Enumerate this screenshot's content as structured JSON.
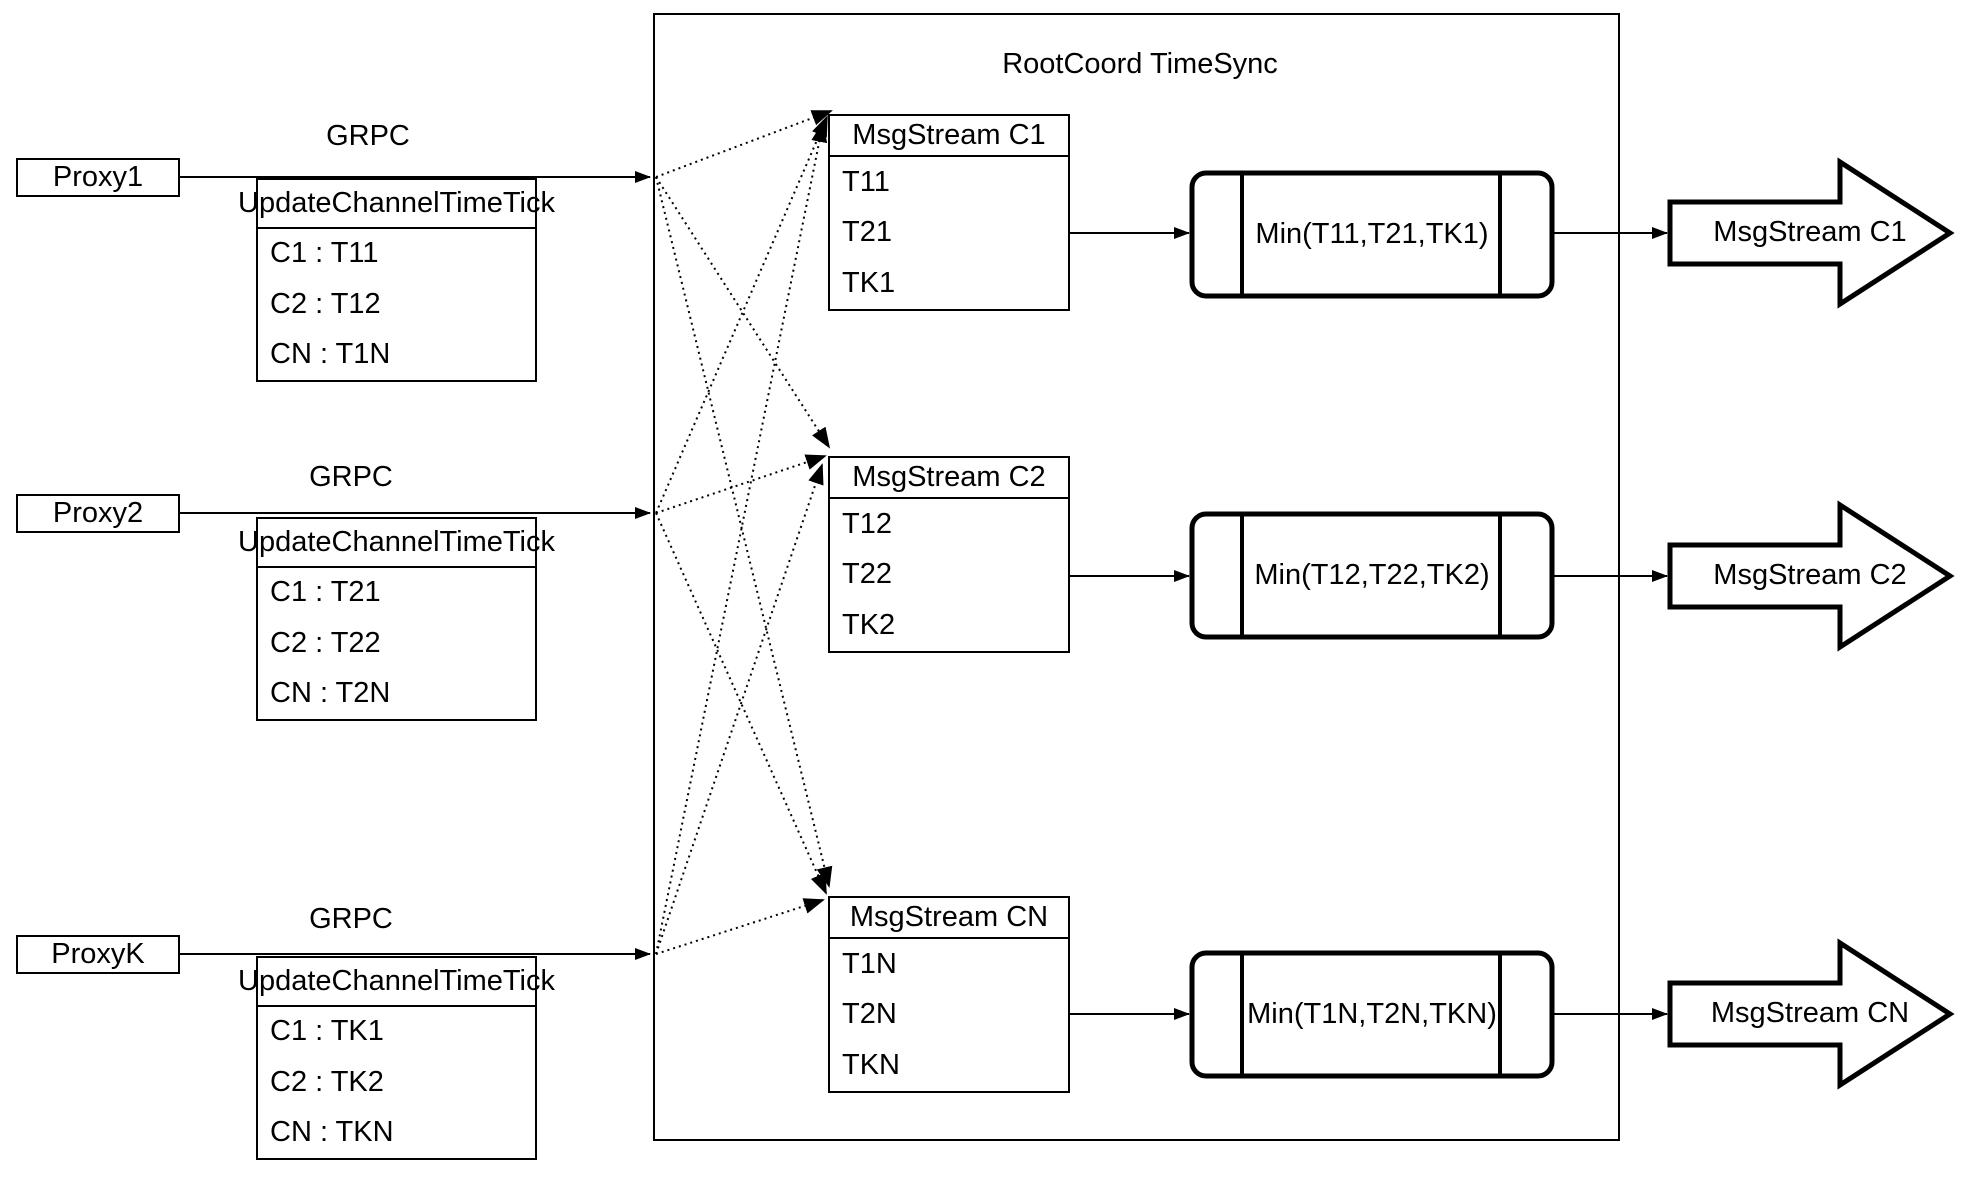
{
  "diagram": {
    "background": "#ffffff",
    "stroke_color": "#000000",
    "title": "RootCoord TimeSync",
    "proxies": [
      {
        "name": "Proxy1",
        "protocol_label": "GRPC",
        "message": {
          "header": "UpdateChannelTimeTick",
          "rows": [
            "C1 :  T11",
            "C2 :  T12",
            "CN : T1N"
          ]
        }
      },
      {
        "name": "Proxy2",
        "protocol_label": "GRPC",
        "message": {
          "header": "UpdateChannelTimeTick",
          "rows": [
            "C1 :  T21",
            "C2 :  T22",
            "CN : T2N"
          ]
        }
      },
      {
        "name": "ProxyK",
        "protocol_label": "GRPC",
        "message": {
          "header": "UpdateChannelTimeTick",
          "rows": [
            "C1 :  TK1",
            "C2 :  TK2",
            "CN : TKN"
          ]
        }
      }
    ],
    "channels": [
      {
        "stream_table": {
          "header": "MsgStream C1",
          "rows": [
            "T11",
            "T21",
            "TK1"
          ]
        },
        "min_label": "Min(T11,T21,TK1)",
        "output_label": "MsgStream C1"
      },
      {
        "stream_table": {
          "header": "MsgStream C2",
          "rows": [
            "T12",
            "T22",
            "TK2"
          ]
        },
        "min_label": "Min(T12,T22,TK2)",
        "output_label": "MsgStream C2"
      },
      {
        "stream_table": {
          "header": "MsgStream CN",
          "rows": [
            "T1N",
            "T2N",
            "TKN"
          ]
        },
        "min_label": "Min(T1N,T2N,TKN)",
        "output_label": "MsgStream CN"
      }
    ]
  }
}
